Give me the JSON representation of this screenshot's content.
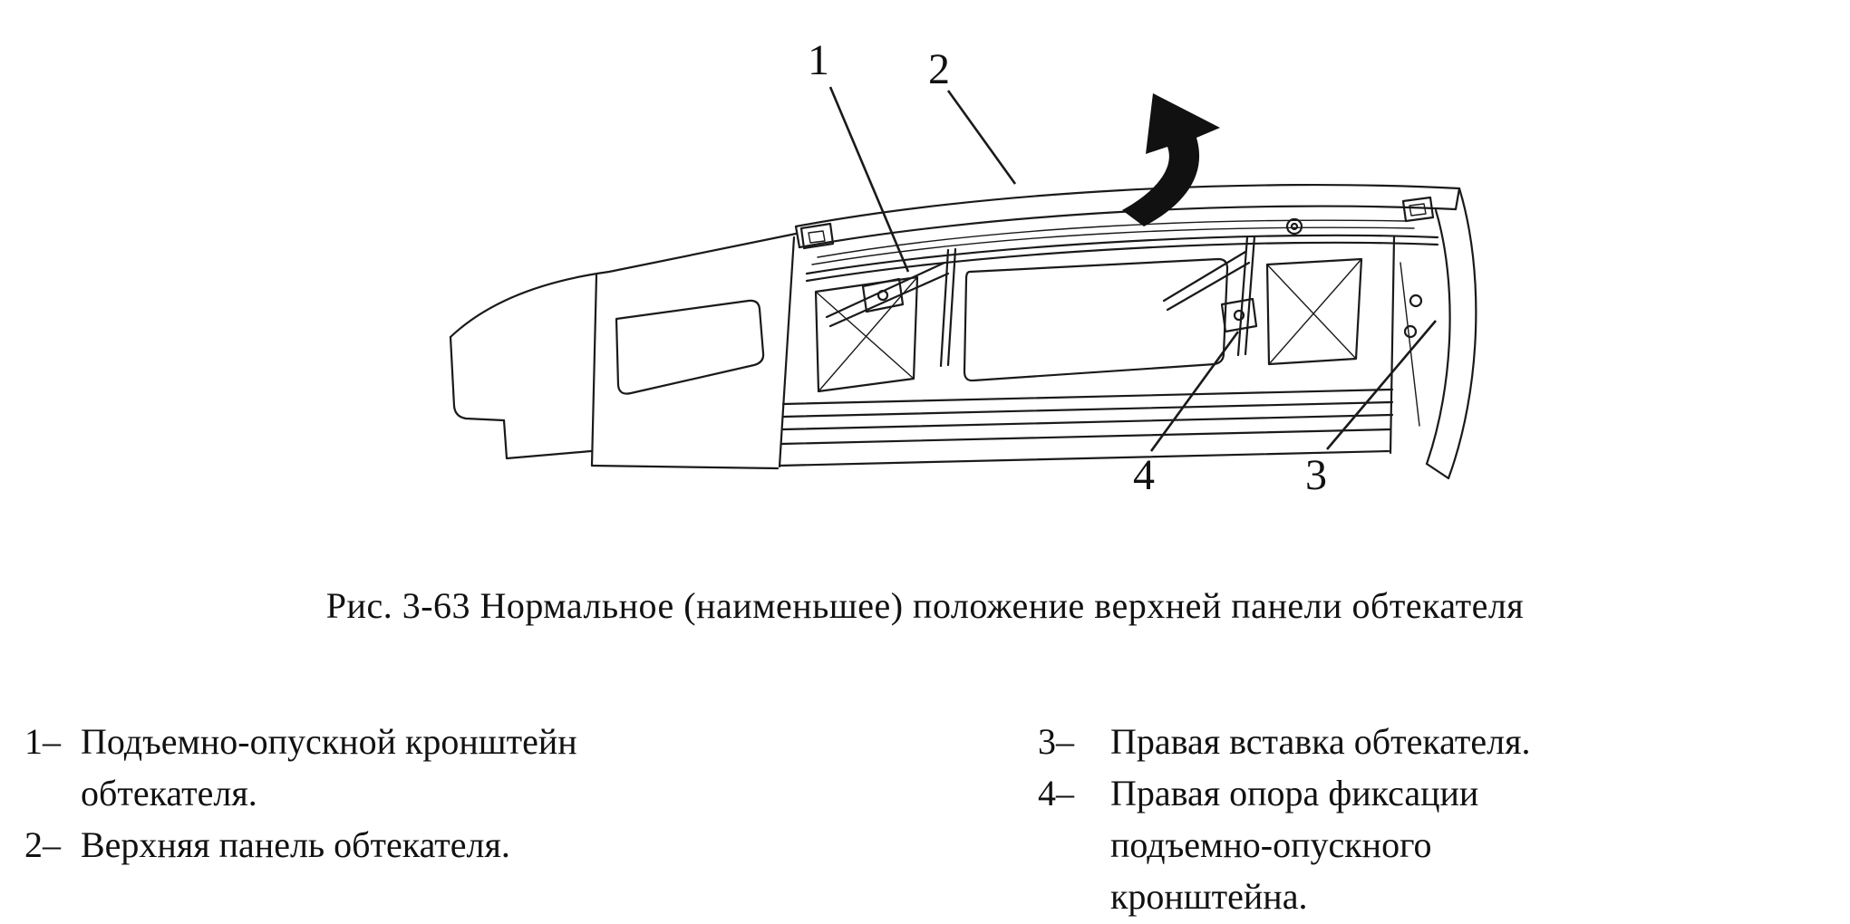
{
  "figure": {
    "caption": "Рис. 3-63 Нормальное (наименьшее) положение верхней панели обтекателя",
    "callouts": {
      "c1": "1",
      "c2": "2",
      "c3": "3",
      "c4": "4"
    },
    "legend": {
      "left": [
        {
          "num": "1–",
          "text": "Подъемно-опускной кронштейн обтекателя."
        },
        {
          "num": "2–",
          "text": "Верхняя панель обтекателя."
        }
      ],
      "right": [
        {
          "num": "3–",
          "text": "Правая вставка обтекателя."
        },
        {
          "num": "4–",
          "text": "Правая опора фиксации подъемно-опускного кронштейна."
        }
      ]
    }
  }
}
